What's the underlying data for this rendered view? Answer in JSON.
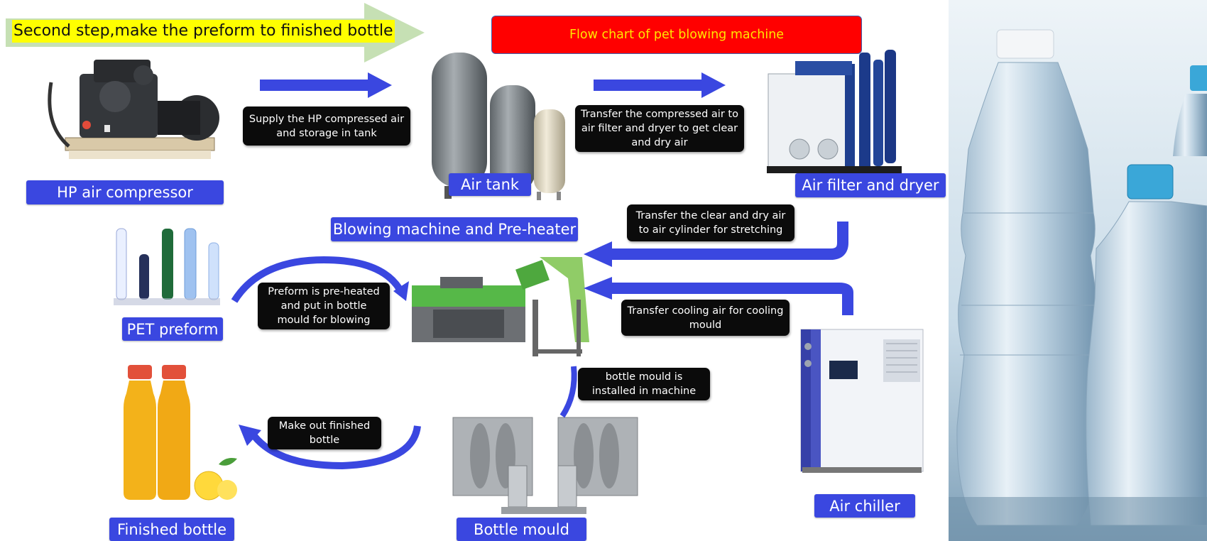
{
  "header": {
    "step_banner": "Second step,make the preform to finished bottle",
    "title": "Flow chart of pet blowing machine"
  },
  "colors": {
    "accent_blue": "#3a47e0",
    "title_red": "#ff0000",
    "title_text": "#ffe600",
    "banner_green": "#c6e0b4",
    "banner_highlight": "#ffff00"
  },
  "equipment": {
    "compressor": "HP air compressor",
    "air_tank": "Air tank",
    "filter_dryer": "Air filter and dryer",
    "blowing_machine": "Blowing machine and Pre-heater",
    "preform": "PET preform",
    "chiller": "Air chiller",
    "finished_bottle": "Finished bottle",
    "bottle_mould": "Bottle mould"
  },
  "steps": {
    "supply_air": [
      "Supply the HP compressed air",
      "and storage in tank"
    ],
    "transfer_to_filter": [
      "Transfer the compressed air to",
      "air filter and dryer to get clear",
      "and dry air"
    ],
    "transfer_to_cylinder": [
      "Transfer the clear and dry air",
      "to air cylinder for stretching"
    ],
    "preheat": [
      "Preform is pre-heated",
      "and put in bottle",
      "mould for blowing"
    ],
    "cooling": [
      "Transfer cooling air for cooling",
      "mould"
    ],
    "mould_installed": [
      "bottle mould is",
      "installed in machine"
    ],
    "finished": [
      "Make out finished",
      "bottle"
    ]
  },
  "icons": [
    "compressor-icon",
    "air-tank-icon",
    "filter-dryer-icon",
    "preform-icon",
    "blowing-machine-icon",
    "chiller-icon",
    "bottle-icon",
    "mould-icon",
    "water-bottle-photo"
  ]
}
